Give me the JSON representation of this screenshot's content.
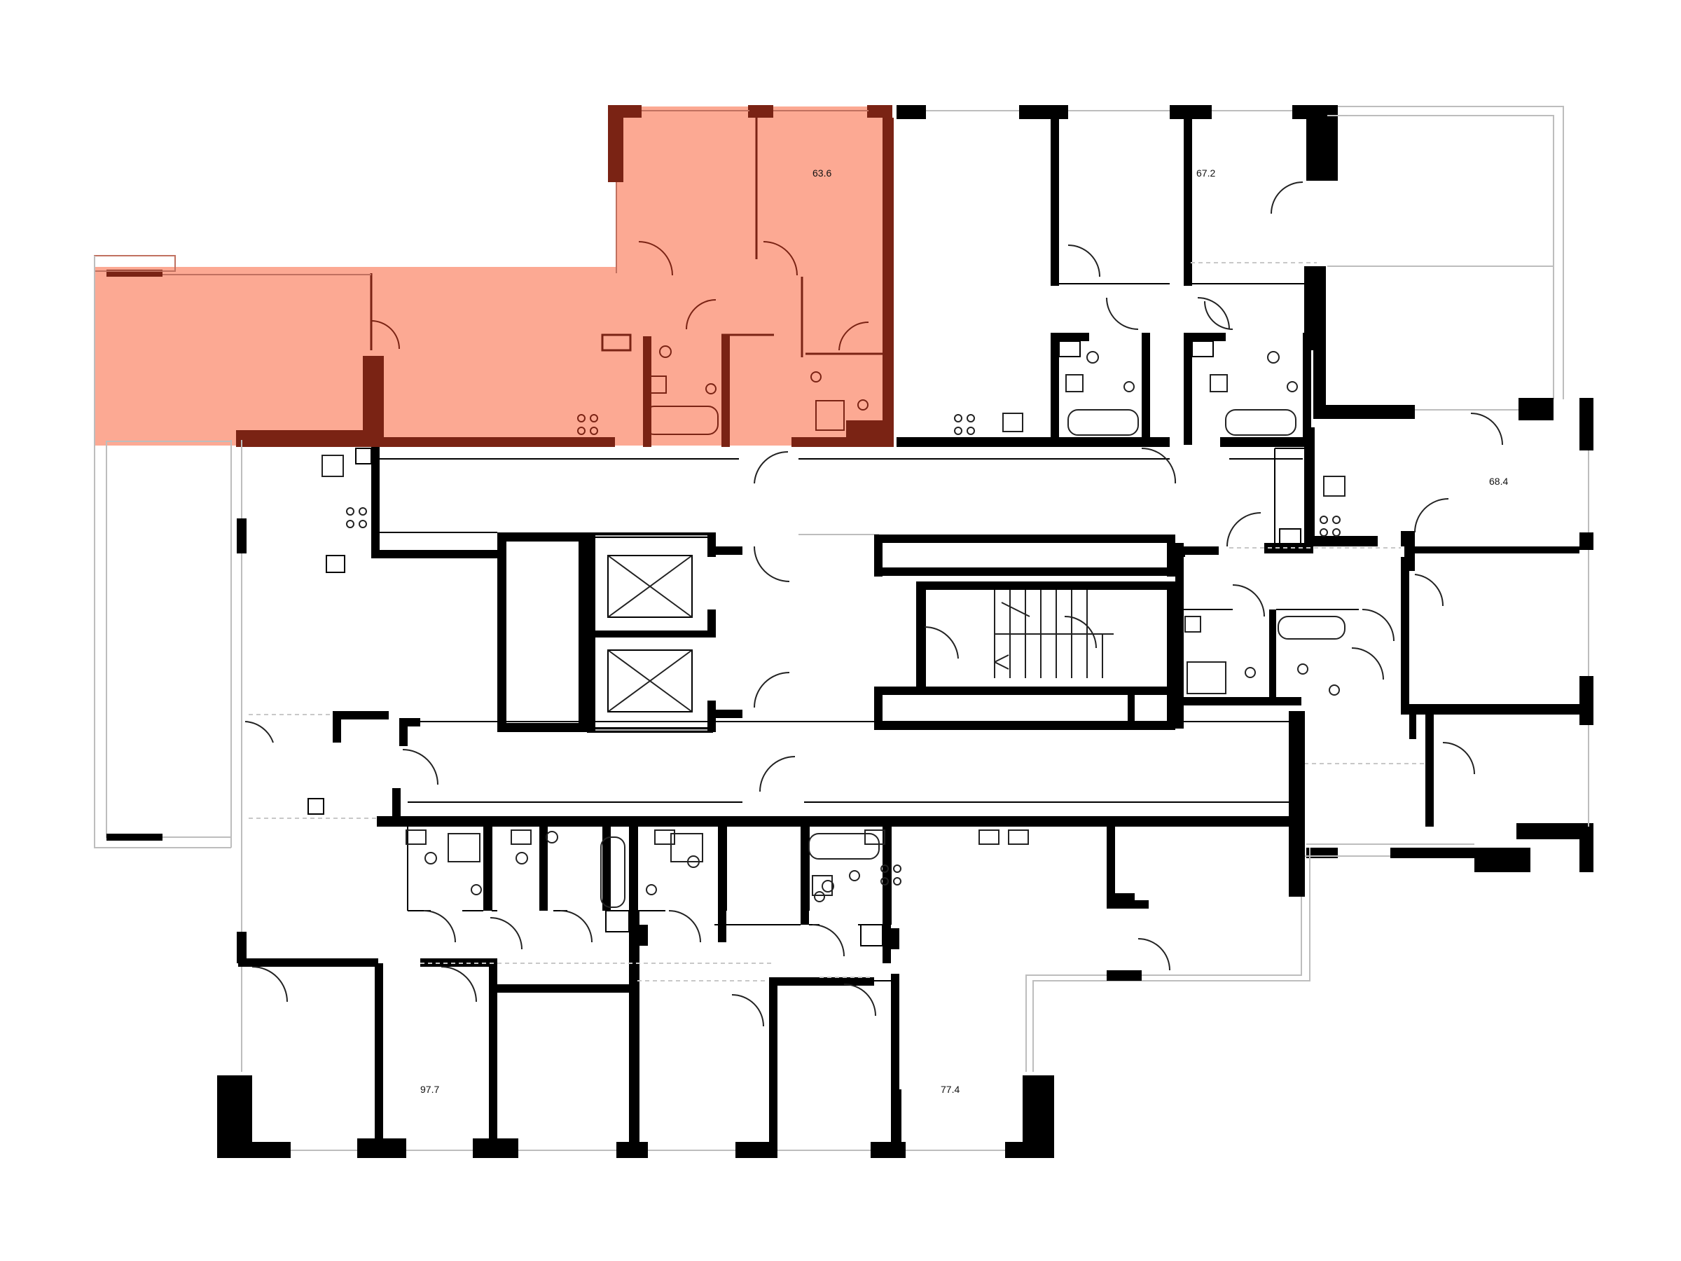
{
  "plan": {
    "highlight_color": "#fca993",
    "highlight_wall_color": "#7a2314",
    "wall_color": "#000000",
    "apartments": [
      {
        "id": "apt-1",
        "area": "63.6",
        "highlighted": true
      },
      {
        "id": "apt-2",
        "area": "67.2",
        "highlighted": false
      },
      {
        "id": "apt-3",
        "area": "68.4",
        "highlighted": false
      },
      {
        "id": "apt-4",
        "area": "97.7",
        "highlighted": false
      },
      {
        "id": "apt-5",
        "area": "77.4",
        "highlighted": false
      }
    ]
  }
}
